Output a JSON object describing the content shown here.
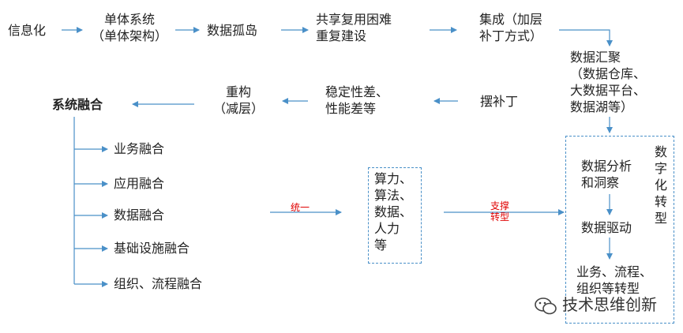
{
  "row1": {
    "informatization": "信息化",
    "monolith_line1": "单体系统",
    "monolith_line2": "（单体架构）",
    "data_islands": "数据孤岛",
    "sharing_line1": "共享复用困难",
    "sharing_line2": "重复建设",
    "integration_line1": "集成（加层",
    "integration_line2": "补丁方式）"
  },
  "aggregation": {
    "line1": "数据汇聚",
    "line2": "（数据仓库、",
    "line3": "大数据平台、",
    "line4": "数据湖等）"
  },
  "row2": {
    "system_fusion": "系统融合",
    "refactor_line1": "重构",
    "refactor_line2": "（减层）",
    "stability_line1": "稳定性差、",
    "stability_line2": "性能差等",
    "patching": "摆补丁"
  },
  "fusion_items": [
    "业务融合",
    "应用融合",
    "数据融合",
    "基础设施融合",
    "组织、流程融合"
  ],
  "unify_label": "统一",
  "resources": {
    "line1": "算力、",
    "line2": "算法、",
    "line3": "数据、",
    "line4": "人力",
    "line5": "等"
  },
  "support_label_line1": "支撑",
  "support_label_line2": "转型",
  "digital_box": {
    "analysis_line1": "数据分析",
    "analysis_line2": "和洞察",
    "driven": "数据驱动",
    "transform_line1": "业务、流程、",
    "transform_line2": "组织等转型",
    "vertical_label": "数字化转型"
  },
  "watermark": "技术思维创新",
  "colors": {
    "arrow": "#4a90c8",
    "label_red": "#e00000"
  }
}
